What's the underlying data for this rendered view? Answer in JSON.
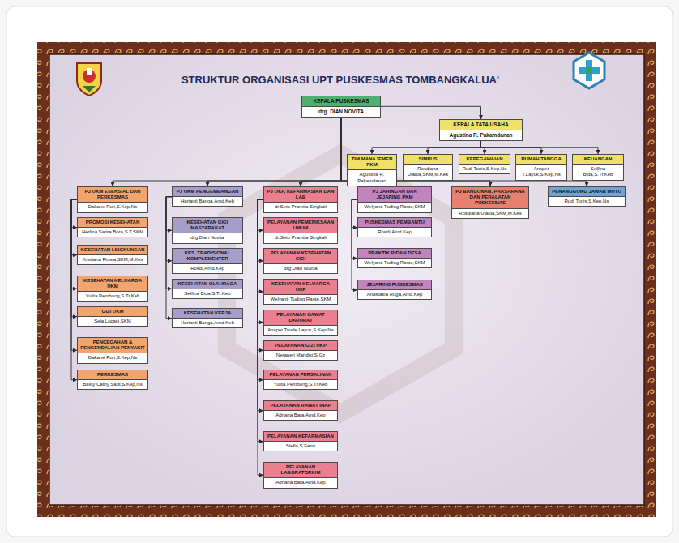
{
  "diagram": {
    "title": "STRUKTUR ORGANISASI UPT PUSKESMAS TOMBANGKALUA'",
    "nodes": [
      {
        "text": [
          "KEPALA PUSKESMAS",
          "drg. DIAN NOVITA"
        ]
      },
      {
        "text": [
          "KEPALA TATA USAHA",
          "Agustina R. Pakamdanan"
        ]
      },
      {
        "text": [
          "TIM MANAJEMEN PKM",
          "Agustina R. Pakamdanan"
        ]
      },
      {
        "text": [
          "SIMPUS",
          "Rosdiana Ulaula,SKM,M.Kes"
        ]
      },
      {
        "text": [
          "KEPEGAWAIAN",
          "Rudi Tonis,S.Kep,Ns"
        ]
      },
      {
        "text": [
          "RUMAH TANGGA",
          "Anspet T.Layuk,S.Kep,Ns"
        ]
      },
      {
        "text": [
          "KEUANGAN",
          "Selfina Bida,S.Tr.Keb"
        ]
      },
      {
        "text": [
          "PJ UKM ESENSIAL DAN PERKESMAS",
          "Dakane Ruri,S.Kep,Ns"
        ]
      },
      {
        "text": [
          "PJ UKM PENGEMBANGAN",
          "Harianti Banga,Amd.Keb"
        ]
      },
      {
        "text": [
          "PJ UKP, KEFARMASIAN DAN LAB",
          "dr.Seto Pramita Singkali"
        ]
      },
      {
        "text": [
          "PJ JARINGAN DAN JEJARING PKM",
          "Welyanti Tuding Rante,SKM"
        ]
      },
      {
        "text": [
          "PJ BANGUNAN, PRASARANA DAN PERALATAN PUSKESMAS",
          "Rosdiana Ulaula,SKM,M.Kes"
        ]
      },
      {
        "text": [
          "PENANGGUNG JAWAB MUTU",
          "Rudi Tonis,S.Kep,Ns"
        ]
      },
      {
        "text": [
          "PROMOSI KESEHATAN",
          "Herlina Sarira Boro,S.T,SKM"
        ]
      },
      {
        "text": [
          "KESEHATAN LINGKUNGAN",
          "Kristiana Rinsia,SKM,M.Kes"
        ]
      },
      {
        "text": [
          "KESEHATAN KELUARGA UKM",
          "Yulita Pembong,S.Tr.Keb"
        ]
      },
      {
        "text": [
          "GIZI UKM",
          "Sela Lucasi,SKM"
        ]
      },
      {
        "text": [
          "PENCEGAHAN & PENGENDALIAN PENYAKIT",
          "Dakane Ruri,S.Kep,Ns"
        ]
      },
      {
        "text": [
          "PERKESMAS",
          "Basty Cathy Sapt,S.Kep,Ns"
        ]
      },
      {
        "text": [
          "KESEHATAN GIGI MASYARAKAT",
          "drg.Dian Novita"
        ]
      },
      {
        "text": [
          "KES. TRADISIONAL KOMPLEMENTER",
          "Rosdi,Amd.Kep"
        ]
      },
      {
        "text": [
          "KESEHATAN OLAHRAGA",
          "Selfina Bida,S.Tr.Keb"
        ]
      },
      {
        "text": [
          "KESEHATAN KERJA",
          "Harianti Banga,Amd.Keb"
        ]
      },
      {
        "text": [
          "PELAYANAN PEMERIKSAAN UMUM",
          "dr.Seto Pramita Singkali"
        ]
      },
      {
        "text": [
          "PELAYANAN KESEHATAN GIGI",
          "drg.Dian Novita"
        ]
      },
      {
        "text": [
          "KESEHATAN KELUARGA UKP",
          "Welyanti Tuding Rante,SKM"
        ]
      },
      {
        "text": [
          "PELAYANAN GAWAT DARURAT",
          "Anspet Tande Layuk,S.Kep,Ns"
        ]
      },
      {
        "text": [
          "PELAYANAN GIZI UKP",
          "Neraperi Maridiki,S.Gz"
        ]
      },
      {
        "text": [
          "PELAYANAN PERSALINAN",
          "Yulita Pembong,S.Tr.Keb"
        ]
      },
      {
        "text": [
          "PELAYANAN RAWAT INAP",
          "Adriana Bara,Amd.Kep"
        ]
      },
      {
        "text": [
          "PELAYANAN KEFARMASIAN",
          "Stella,S.Farm"
        ]
      },
      {
        "text": [
          "PELAYANAN LABORATORIUM",
          "Adriana Bara,Amd.Kep"
        ]
      },
      {
        "text": [
          "PUSKESMAS PEMBANTU",
          "Rosdi,Amd.Kep"
        ]
      },
      {
        "text": [
          "PRAKTIK BIDAN DESA",
          "Welyanti Tuding Rante,SKM"
        ]
      },
      {
        "text": [
          "JEJARING PUSKESMAS",
          "Anastasia Ruga,Amd.Kep"
        ]
      }
    ],
    "edges": [
      {
        "from": 0,
        "to": 1,
        "arrow": "to"
      },
      {
        "from": 1,
        "to": 2,
        "arrow": "to"
      },
      {
        "from": 1,
        "to": 3,
        "arrow": "to"
      },
      {
        "from": 1,
        "to": 4,
        "arrow": "to"
      },
      {
        "from": 1,
        "to": 5,
        "arrow": "to"
      },
      {
        "from": 1,
        "to": 6,
        "arrow": "to"
      },
      {
        "from": 0,
        "to": 7,
        "arrow": "to"
      },
      {
        "from": 0,
        "to": 8,
        "arrow": "to"
      },
      {
        "from": 0,
        "to": 9,
        "arrow": "to"
      },
      {
        "from": 0,
        "to": 10,
        "arrow": "to"
      },
      {
        "from": 0,
        "to": 11,
        "arrow": "to"
      },
      {
        "from": 0,
        "to": 12,
        "arrow": "to"
      },
      {
        "from": 7,
        "to": 13,
        "arrow": "to"
      },
      {
        "from": 7,
        "to": 14,
        "arrow": "to"
      },
      {
        "from": 7,
        "to": 15,
        "arrow": "to"
      },
      {
        "from": 7,
        "to": 16,
        "arrow": "to"
      },
      {
        "from": 7,
        "to": 17,
        "arrow": "to"
      },
      {
        "from": 7,
        "to": 18,
        "arrow": "to"
      },
      {
        "from": 8,
        "to": 19,
        "arrow": "to"
      },
      {
        "from": 8,
        "to": 20,
        "arrow": "to"
      },
      {
        "from": 8,
        "to": 21,
        "arrow": "to"
      },
      {
        "from": 8,
        "to": 22,
        "arrow": "to"
      },
      {
        "from": 9,
        "to": 23,
        "arrow": "to"
      },
      {
        "from": 9,
        "to": 24,
        "arrow": "to"
      },
      {
        "from": 9,
        "to": 25,
        "arrow": "to"
      },
      {
        "from": 9,
        "to": 26,
        "arrow": "to"
      },
      {
        "from": 9,
        "to": 27,
        "arrow": "to"
      },
      {
        "from": 9,
        "to": 28,
        "arrow": "to"
      },
      {
        "from": 9,
        "to": 29,
        "arrow": "to"
      },
      {
        "from": 9,
        "to": 30,
        "arrow": "to"
      },
      {
        "from": 9,
        "to": 31,
        "arrow": "to"
      },
      {
        "from": 10,
        "to": 32,
        "arrow": "to"
      },
      {
        "from": 10,
        "to": 33,
        "arrow": "to"
      },
      {
        "from": 10,
        "to": 34,
        "arrow": "to"
      }
    ]
  }
}
